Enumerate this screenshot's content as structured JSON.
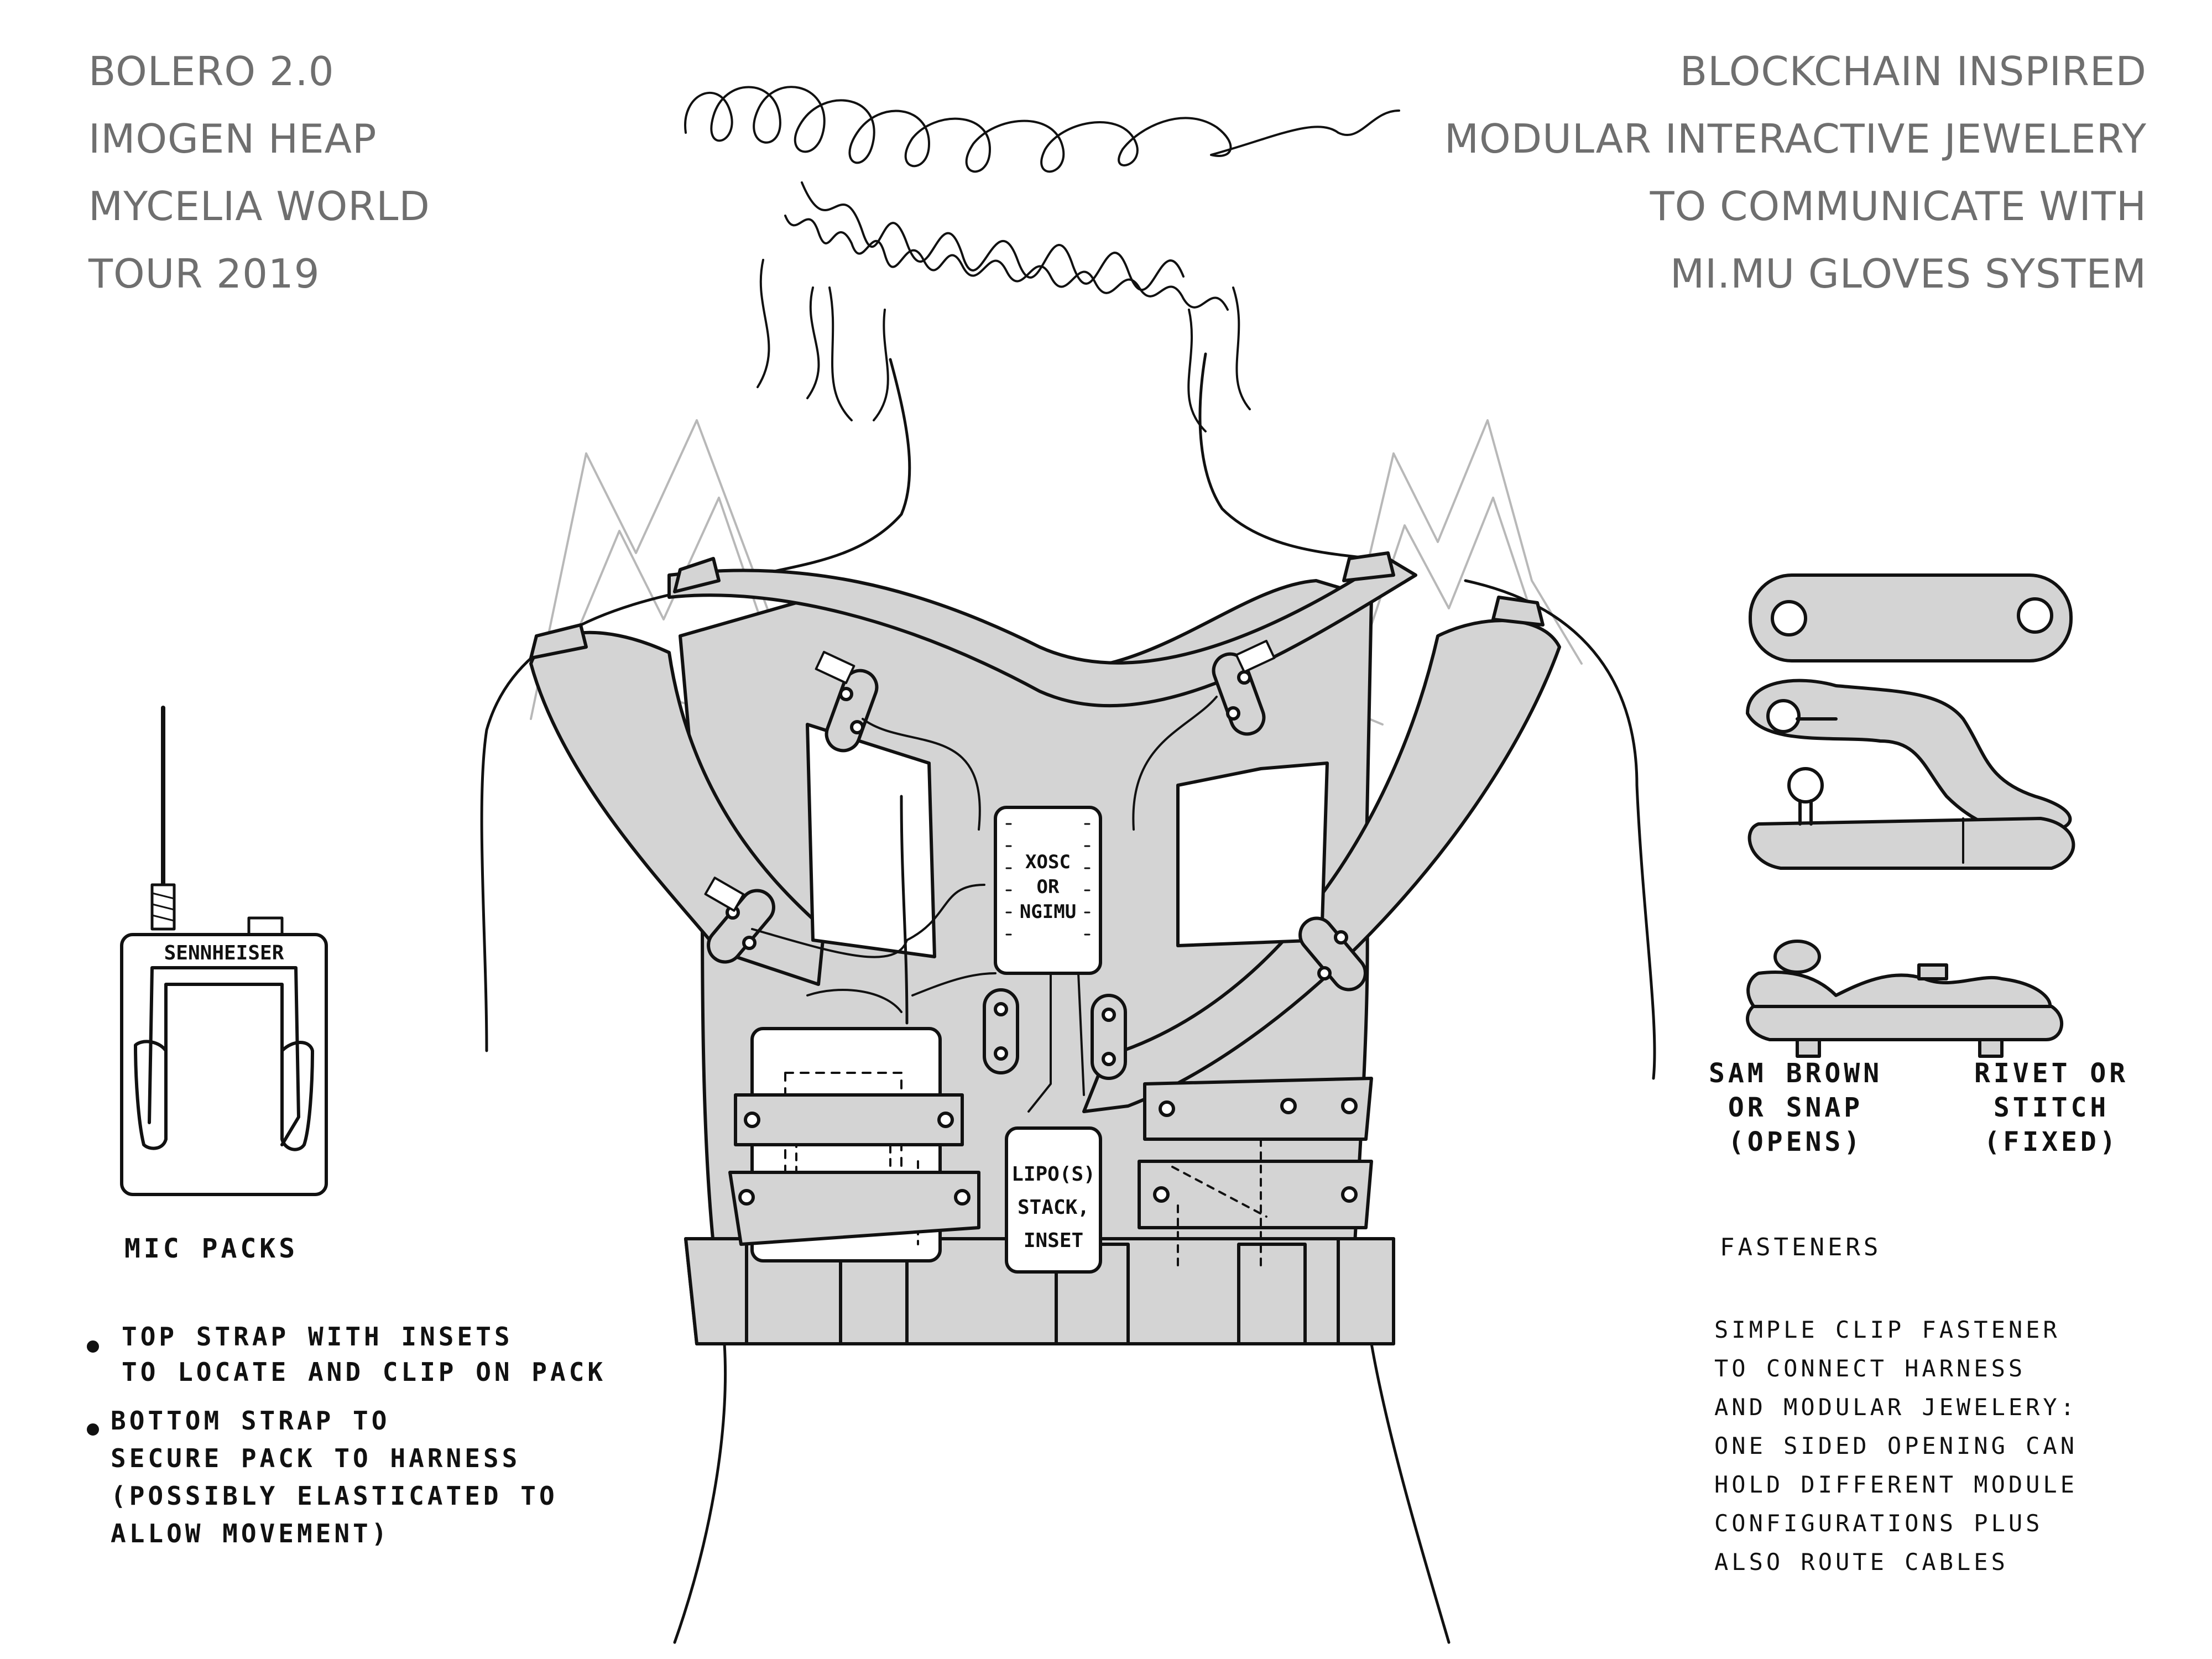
{
  "title_block": {
    "lines": [
      "BOLERO 2.0",
      "IMOGEN HEAP",
      "MYCELIA WORLD",
      "TOUR 2019"
    ]
  },
  "description_block": {
    "lines": [
      "BLOCKCHAIN INSPIRED",
      "MODULAR INTERACTIVE JEWELERY",
      "TO COMMUNICATE WITH",
      "MI.MU GLOVES SYSTEM"
    ]
  },
  "harness_labels": {
    "controller": [
      "XOSC",
      "OR",
      "NGIMU"
    ],
    "battery": [
      "LIPO(S)",
      "STACK,",
      "INSET"
    ]
  },
  "mic_pack": {
    "brand": "SENNHEISER",
    "caption": "MIC PACKS",
    "notes": [
      [
        "TOP STRAP WITH INSETS",
        "TO LOCATE AND CLIP ON PACK"
      ],
      [
        "BOTTOM STRAP TO",
        "SECURE PACK TO HARNESS",
        "(POSSIBLY ELASTICATED TO",
        "ALLOW MOVEMENT)"
      ]
    ]
  },
  "fasteners": {
    "option_a": [
      "SAM BROWN",
      "OR SNAP",
      "(OPENS)"
    ],
    "option_b": [
      "RIVET OR",
      "STITCH",
      "(FIXED)"
    ],
    "heading": "FASTENERS",
    "description": [
      "SIMPLE CLIP FASTENER",
      "TO CONNECT HARNESS",
      "AND MODULAR JEWELERY:",
      "ONE SIDED OPENING CAN",
      "HOLD DIFFERENT MODULE",
      "CONFIGURATIONS PLUS",
      "ALSO ROUTE CABLES"
    ]
  },
  "colors": {
    "ink": "#111111",
    "harness_fill": "#d4d4d4",
    "typed_text": "#6f6f6f",
    "pencil": "#b8b8b8"
  }
}
